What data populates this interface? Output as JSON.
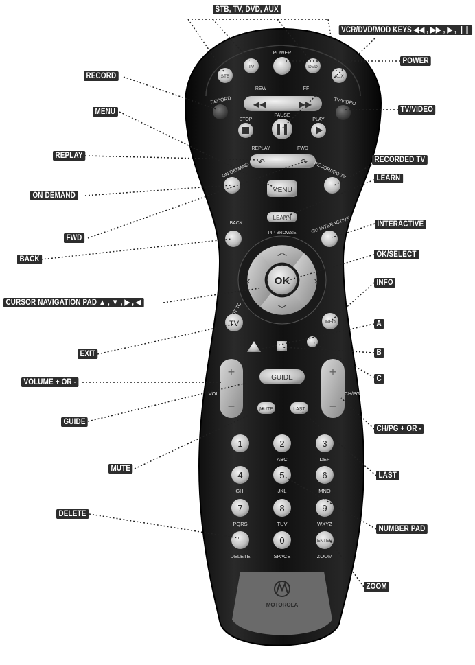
{
  "callouts": {
    "stb_tv_dvd_aux": "STB, TV, DVD, AUX",
    "vcr_dvd_mod_keys": "VCR/DVD/MOD KEYS ◀◀ , ▶▶ , ▶ , ❙❙",
    "power": "POWER",
    "record": "RECORD",
    "tv_video": "TV/VIDEO",
    "menu": "MENU",
    "replay": "REPLAY",
    "recorded_tv": "RECORDED TV",
    "learn": "LEARN",
    "on_demand": "ON DEMAND",
    "interactive": "INTERACTIVE",
    "fwd": "FWD",
    "back": "BACK",
    "ok_select": "OK/SELECT",
    "info": "INFO",
    "cursor_nav": "CURSOR NAVIGATION PAD ▲ , ▼ , ▶ , ◀",
    "a": "A",
    "exit": "EXIT",
    "b": "B",
    "c": "C",
    "volume": "VOLUME + OR -",
    "guide": "GUIDE",
    "ch_pg": "CH/PG + OR -",
    "mute": "MUTE",
    "last": "LAST",
    "delete": "DELETE",
    "number_pad": "NUMBER PAD",
    "zoom": "ZOOM"
  },
  "remote": {
    "stb": "STB",
    "tv": "TV",
    "dvd": "DVD",
    "aux": "AUX",
    "power": "POWER",
    "record": "RECORD",
    "rew": "REW",
    "ff": "FF",
    "tvvideo": "TV/VIDEO",
    "stop": "STOP",
    "pause": "PAUSE",
    "play": "PLAY",
    "replay": "REPLAY",
    "fwd": "FWD",
    "on_demand": "ON DEMAND",
    "menu": "MENU",
    "recorded_tv": "RECORDED TV",
    "learn": "LEARN",
    "back": "BACK",
    "pip_browse": "PIP BROWSE",
    "go_interactive": "GO INTERACTIVE",
    "ok": "OK",
    "exit_to": "EXIT TO",
    "exit_tv": "TV",
    "info": "INFO",
    "guide": "GUIDE",
    "vol": "VOL",
    "ch_pg": "CH/PG",
    "mute": "MUTE",
    "last": "LAST",
    "keys": [
      {
        "num": "1",
        "sub": ""
      },
      {
        "num": "2",
        "sub": "ABC"
      },
      {
        "num": "3",
        "sub": "DEF"
      },
      {
        "num": "4",
        "sub": "GHI"
      },
      {
        "num": "5",
        "sub": "JKL"
      },
      {
        "num": "6",
        "sub": "MNO"
      },
      {
        "num": "7",
        "sub": "PQRS"
      },
      {
        "num": "8",
        "sub": "TUV"
      },
      {
        "num": "9",
        "sub": "WXYZ"
      },
      {
        "num": "",
        "sub": "DELETE"
      },
      {
        "num": "0",
        "sub": "SPACE"
      },
      {
        "num": "ENTER",
        "sub": "ZOOM"
      }
    ],
    "brand": "MOTOROLA"
  }
}
